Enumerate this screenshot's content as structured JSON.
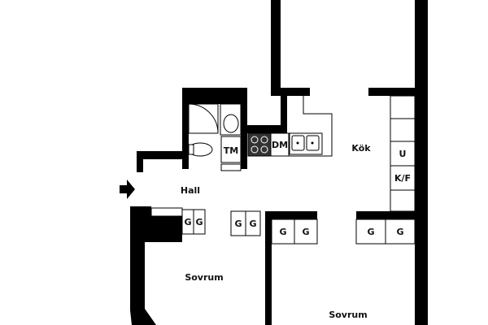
{
  "rooms": {
    "kitchen": "Kök",
    "hall": "Hall",
    "bedroom_left": "Sovrum",
    "bedroom_right": "Sovrum"
  },
  "fixtures": {
    "dishwasher": "DM",
    "washer": "TM",
    "fridge": "K/F",
    "oven": "U",
    "wardrobe": "G"
  },
  "colors": {
    "wall": "#000000",
    "background": "#ffffff"
  },
  "icons": [
    "entrance-arrow-icon",
    "shower-icon",
    "sink-icon",
    "toilet-icon",
    "stove-icon",
    "double-sink-icon"
  ]
}
